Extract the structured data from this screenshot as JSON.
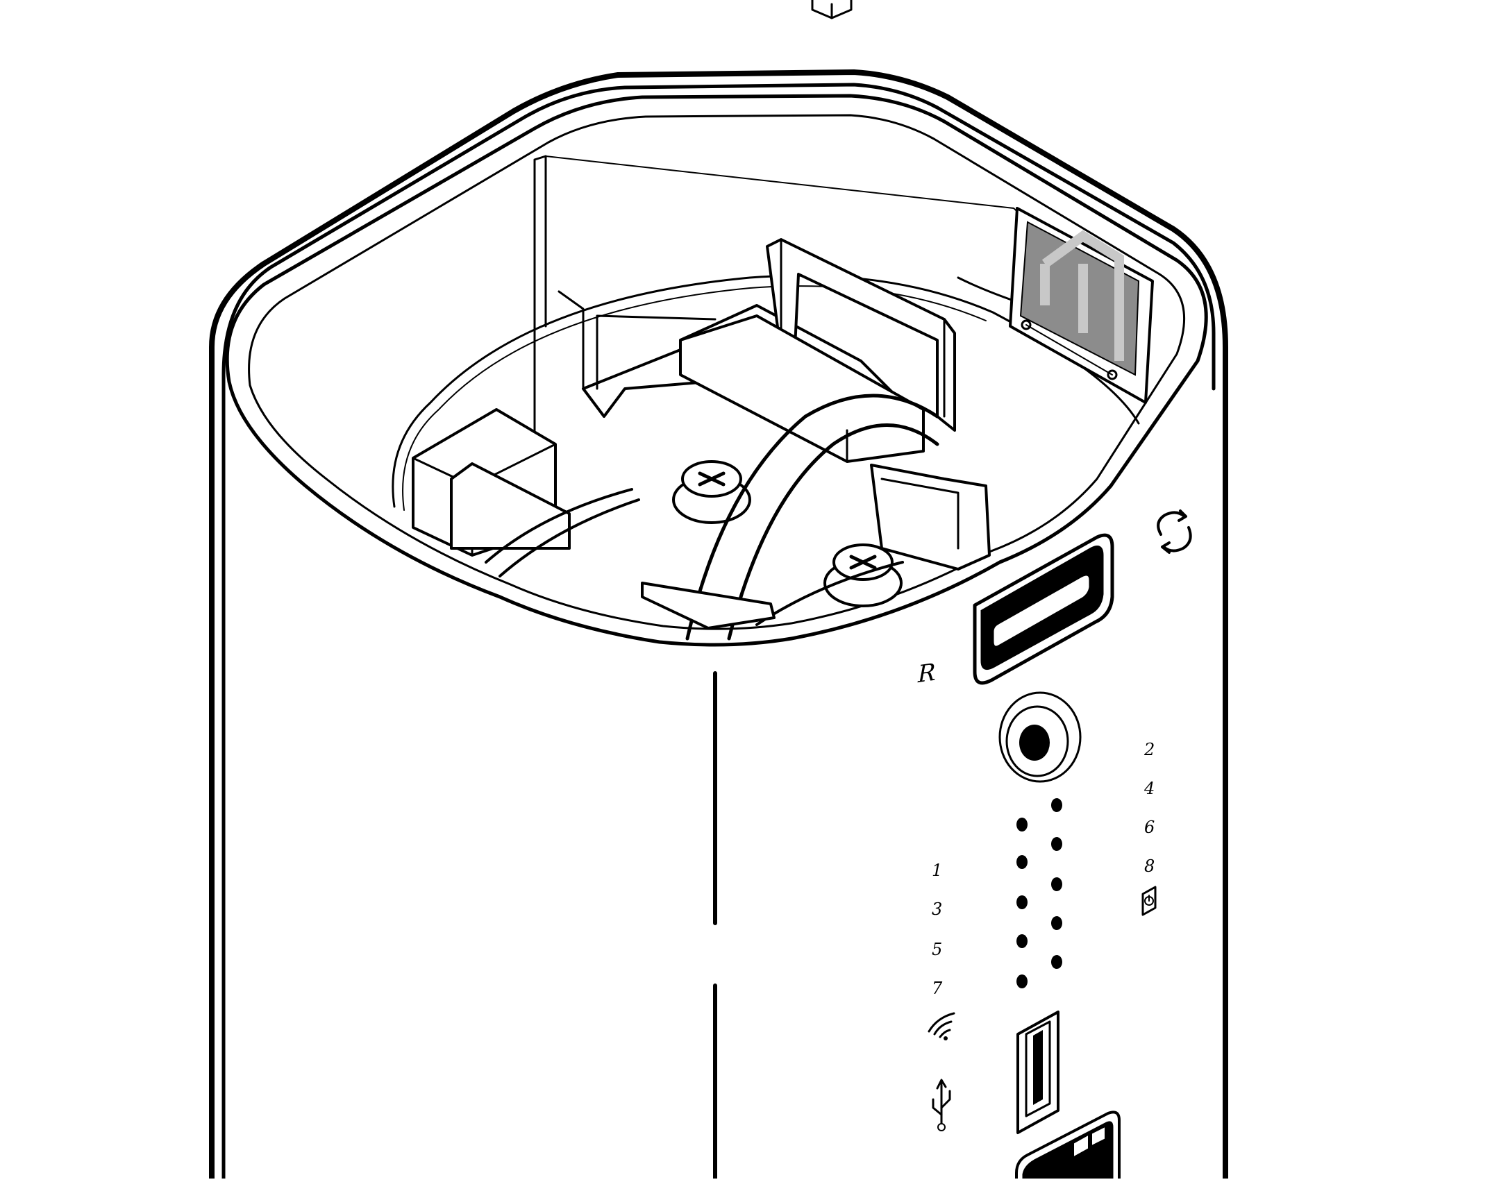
{
  "device": {
    "reset_label": "R",
    "port_labels_left": [
      "1",
      "3",
      "5",
      "7"
    ],
    "port_labels_right": [
      "2",
      "4",
      "6",
      "8"
    ]
  },
  "icons": {
    "sync": "sync-icon",
    "wifi": "wifi-icon",
    "usb": "usb-icon",
    "power": "power-icon",
    "ethernet": "ethernet-port-icon"
  },
  "colors": {
    "line": "#000000",
    "background": "#ffffff",
    "antenna_fill": "#8c8c8c",
    "antenna_trace": "#c8c8c8"
  }
}
